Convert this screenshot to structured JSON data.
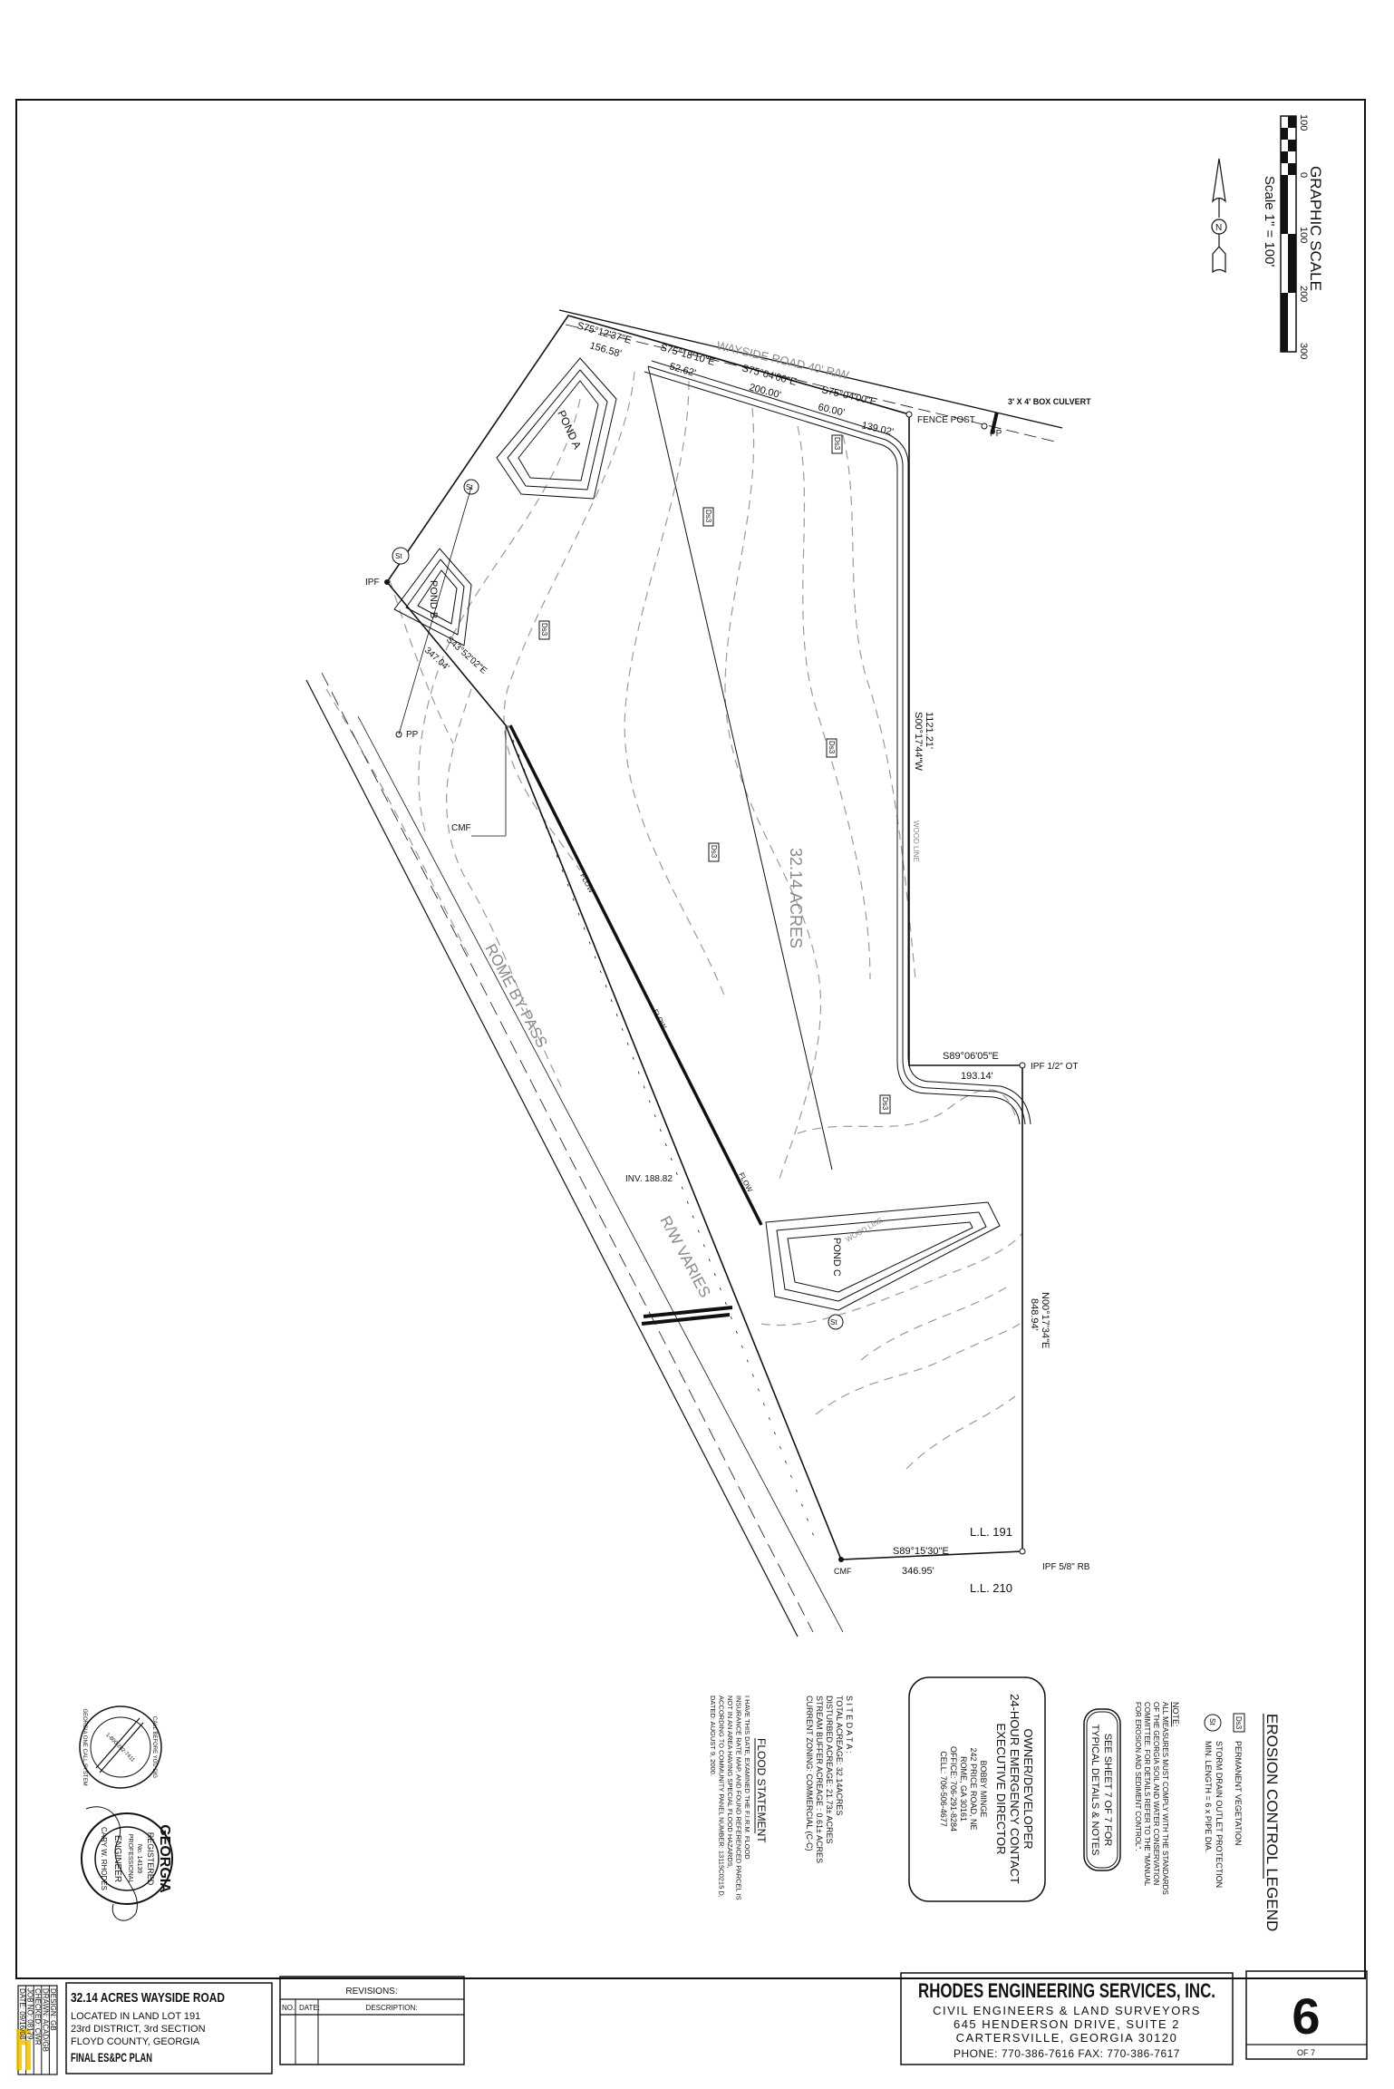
{
  "scale": {
    "title": "GRAPHIC SCALE",
    "ticks": [
      "100",
      "0",
      "100",
      "200",
      "300"
    ],
    "ratio": "Scale 1\" = 100'",
    "north_letter": "N"
  },
  "map": {
    "area_label": "32.14 ACRES",
    "ponds": [
      "POND A",
      "POND B",
      "POND C"
    ],
    "roads": {
      "wayside": "WAYSIDE ROAD 40' R/W",
      "bypass": "ROME BY-PASS",
      "bypass_rw": "R/W VARIES"
    },
    "culvert": "3' X 4' BOX CULVERT",
    "bearings": {
      "b1": "S75°12'37\"E",
      "d1": "156.58'",
      "b2": "S75°18'10\"E",
      "d2": "52.62'",
      "b3": "S75°04'00\"E",
      "d3": "200.00'",
      "b4": "S75°04'00\"E",
      "d4": "60.00'",
      "d5": "139.02'",
      "b6": "S00°17'44\"W",
      "d6": "1121.21'",
      "b7": "S89°06'05\"E",
      "d7": "193.14'",
      "b8": "N00°17'34\"E",
      "d8": "848.94'",
      "b9": "S89°15'30\"E",
      "d9": "346.95'",
      "b10": "S43°52'02\"E",
      "d10": "347.04'"
    },
    "points": {
      "fence_post": "FENCE POST",
      "pp": "PP",
      "ipf": "IPF",
      "cmf": "CMF",
      "ipf_half": "IPF 1/2\" OT",
      "ipf_58": "IPF 5/8\" RB",
      "inv": "INV. 188.82"
    },
    "land_lots": {
      "ll191": "L.L. 191",
      "ll210": "L.L. 210"
    },
    "wood_line": "WOOD LINE",
    "flow": "FLOW",
    "veg_tag": "Ds3",
    "st_tag": "St"
  },
  "legend": {
    "title": "EROSION CONTROL LEGEND",
    "items": [
      {
        "tag": "Ds3",
        "text": "PERMANENT VEGETATION"
      },
      {
        "tag": "St",
        "text": "STORM DRAIN OUTLET PROTECTION",
        "text2": "MIN. LENGTH = 6 x PIPE DIA."
      }
    ],
    "note_title": "NOTE:",
    "note_lines": [
      "ALL MEASURES MUST COMPLY WITH THE STANDARDS",
      "OF THE GEORGIA SOIL AND WATER CONSERVATION",
      "COMMITTEE.  FOR DETAILS REFER TO THE \"MANUAL",
      "FOR EROSION AND SEDIMENT CONTROL\"."
    ],
    "see_sheet": [
      "SEE SHEET 7 OF 7 FOR",
      "TYPICAL DETAILS & NOTES"
    ]
  },
  "owner": {
    "headings": [
      "OWNER/DEVELOPER",
      "24-HOUR EMERGENCY CONTACT",
      "EXECUTIVE DIRECTOR"
    ],
    "lines": [
      "BOBBY MINGE",
      "242 PRICE ROAD, NE",
      "ROME, GA 30161",
      "OFFICE: 706-291-8284",
      "CELL: 706-506-4677"
    ]
  },
  "site_data": {
    "title": "S I T E    D A T A :",
    "lines": [
      "TOTAL ACREAGE: 32.14ACRES",
      "DISTURBED ACREAGE: 21.73± ACRES",
      "STREAM BUFFER ACREAGE : 0.61± ACRES",
      "CURRENT ZONING: COMMERCIAL (C-C)"
    ]
  },
  "flood": {
    "title": "FLOOD STATEMENT",
    "lines": [
      "I HAVE THIS DATE, EXAMINED THE F.I.R.M. FLOOD",
      "INSURANCE RATE MAP, AND FOUND REFERENCED PARCEL IS",
      "NOT IN AN AREA HAVING SPECIAL FLOOD HAZARDS,",
      "ACCORDING TO COMMUNITY PANEL NUMBER: 13115C0215 D,",
      "DATED: AUGUST 9, 2000."
    ]
  },
  "stamps": {
    "call": [
      "CALL BEFORE YOU DIG",
      "1-800-282-7411",
      "GEORGIA ONE CALL SYSTEM"
    ],
    "seal": [
      "GEORGIA",
      "REGISTERED",
      "No. 14139",
      "PROFESSIONAL",
      "ENGINEER",
      "CARY W. RHODES"
    ]
  },
  "title_block": {
    "meta": [
      "DESIGN:  GB",
      "DRAWN:  ACAD/GB",
      "CHECKED:  CWR",
      "JOB NO:  08179",
      "DATE:  09/16/08"
    ],
    "project_title": "32.14 ACRES WAYSIDE ROAD",
    "project_lines": [
      "LOCATED IN LAND LOT 191",
      "23rd DISTRICT, 3rd SECTION",
      "FLOYD COUNTY, GEORGIA"
    ],
    "plan_name": "FINAL ES&PC PLAN",
    "revisions": {
      "title": "REVISIONS:",
      "no": "NO.",
      "date": "DATE:",
      "description": "DESCRIPTION:"
    },
    "company": {
      "name": "RHODES ENGINEERING SERVICES, INC.",
      "lines": [
        "CIVIL ENGINEERS & LAND SURVEYORS",
        "645 HENDERSON DRIVE, SUITE 2",
        "CARTERSVILLE, GEORGIA 30120",
        "PHONE: 770-386-7616 FAX: 770-386-7617"
      ]
    },
    "sheet_number": "6",
    "sheet_of": "OF 7"
  }
}
